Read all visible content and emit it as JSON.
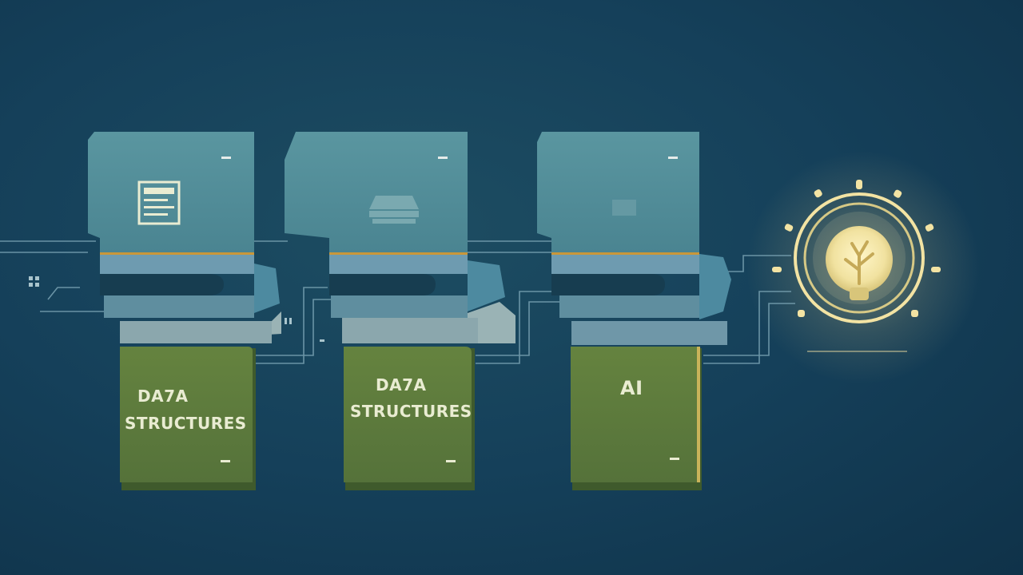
{
  "labels": {
    "card1_line1": "DA7A",
    "card1_line2": "STRUCTURES",
    "card2_line1": "DA7A",
    "card2_line2": "STRUCTURES",
    "card3_line1": "AI"
  },
  "colors": {
    "background": "#15405a",
    "panel_teal": "#4f8a94",
    "card_green": "#5d7a3c",
    "accent_orange": "#c9973a",
    "bulb_glow": "#ffe9a6"
  },
  "icons": {
    "card1_top": "document-icon",
    "card2_top": "tray-icon",
    "card3_top": "chip-icon",
    "right": "lightbulb-icon"
  }
}
